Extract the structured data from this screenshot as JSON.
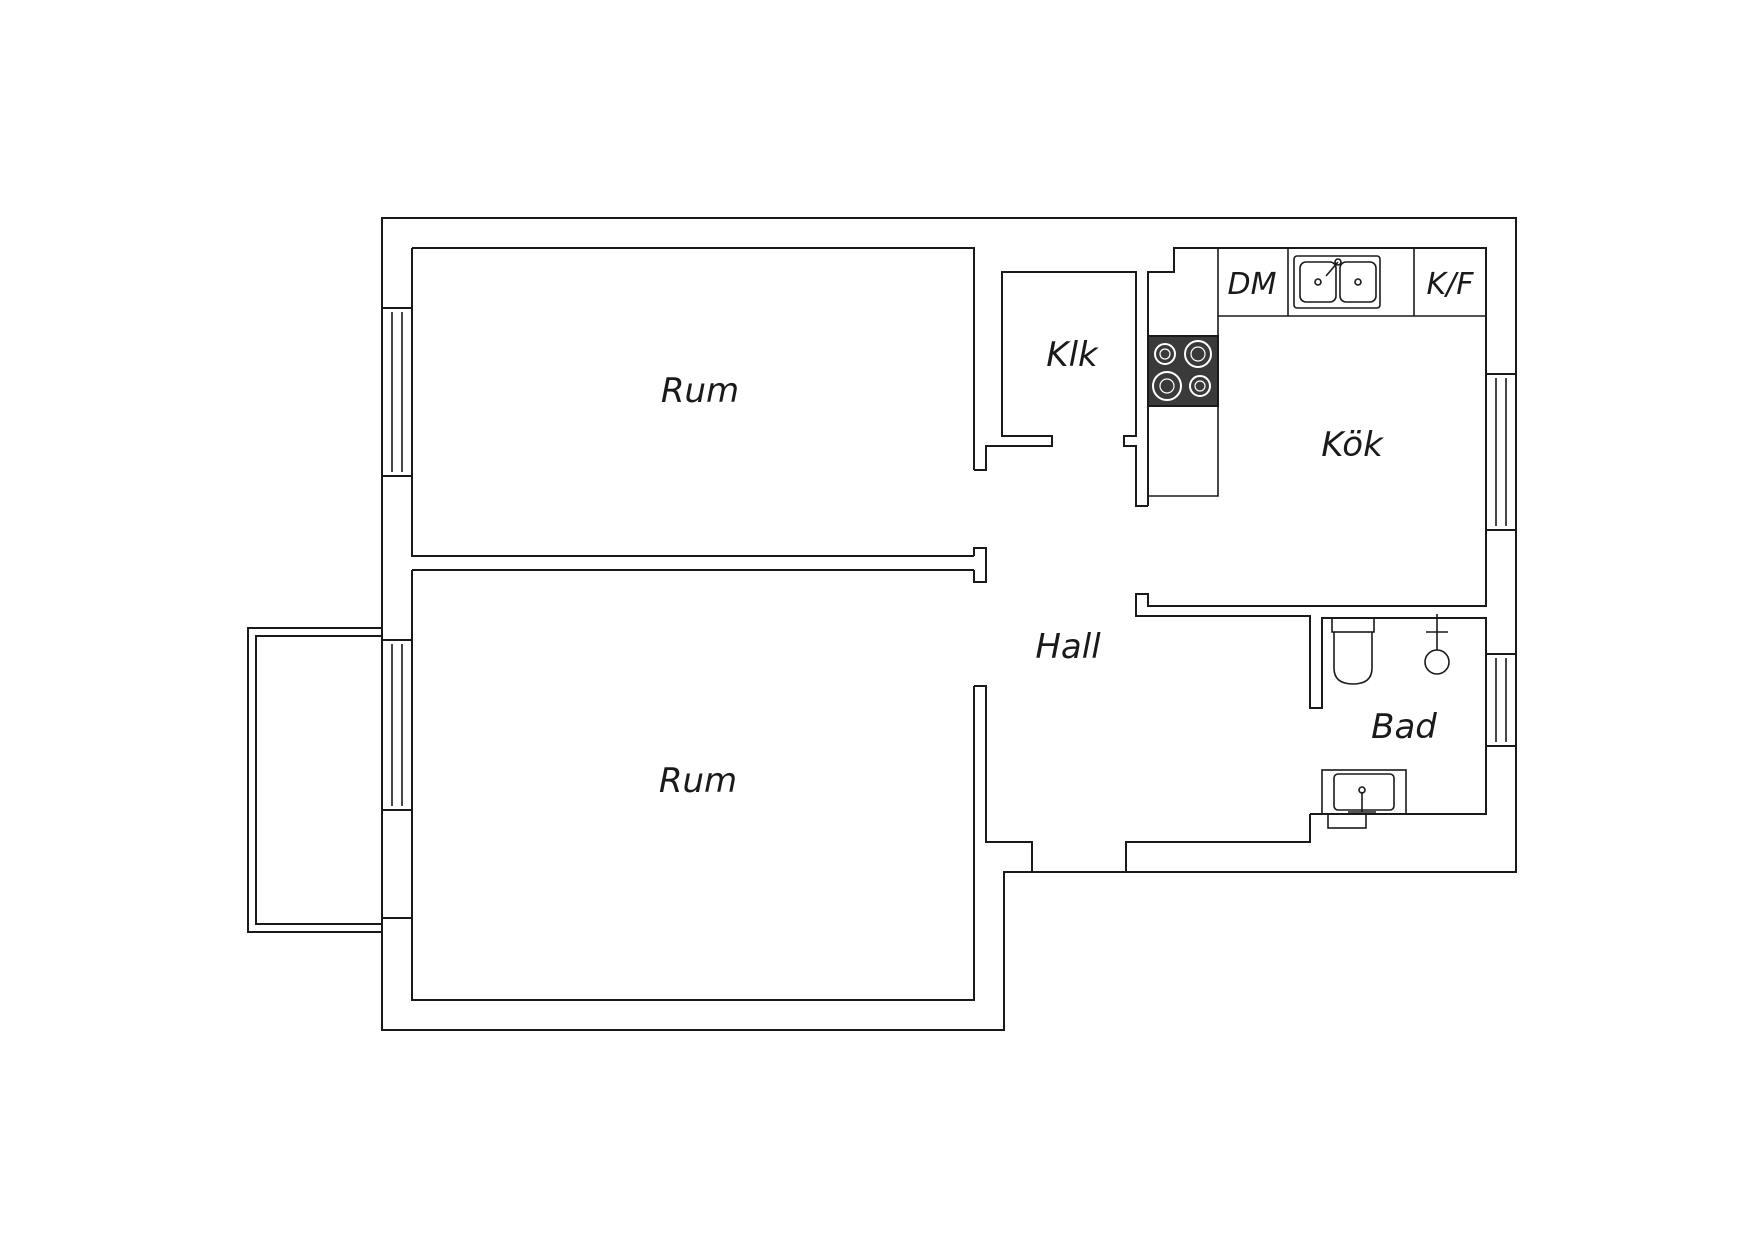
{
  "rooms": {
    "rum_top": "Rum",
    "rum_bottom": "Rum",
    "klk": "Klk",
    "kok": "Kök",
    "hall": "Hall",
    "bad": "Bad"
  },
  "fixtures": {
    "dishwasher": "DM",
    "fridge_freezer": "K/F"
  },
  "colors": {
    "wall": "#1a1a1a",
    "stove": "#3a3a3a",
    "background": "#ffffff"
  }
}
